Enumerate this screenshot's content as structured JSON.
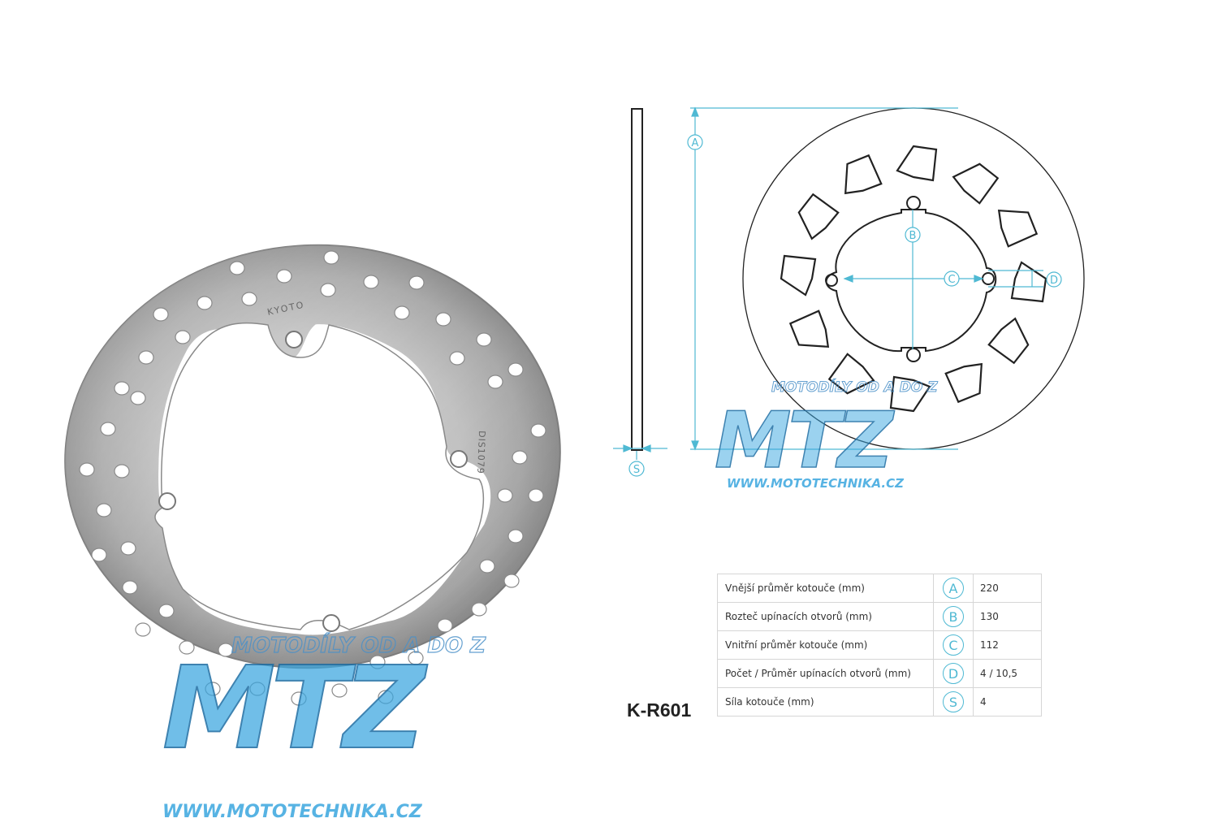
{
  "product_code": "K-R601",
  "disc_markings": {
    "brand": "KYOTO",
    "part": "DIS1079"
  },
  "watermark": {
    "company": "MOTODÍLY OD A DO Z",
    "logo": "MTZ",
    "url": "WWW.MOTOTECHNIKA.CZ"
  },
  "dimension_labels": [
    "A",
    "B",
    "C",
    "D",
    "S"
  ],
  "specs": [
    {
      "label": "Vnější průměr kotouče (mm)",
      "letter": "A",
      "value": "220"
    },
    {
      "label": "Rozteč upínacích otvorů (mm)",
      "letter": "B",
      "value": "130"
    },
    {
      "label": "Vnitřní průměr kotouče (mm)",
      "letter": "C",
      "value": "112"
    },
    {
      "label": "Počet / Průměr upínacích otvorů (mm)",
      "letter": "D",
      "value": "4 / 10,5"
    },
    {
      "label": "Síla kotouče (mm)",
      "letter": "S",
      "value": "4"
    }
  ],
  "colors": {
    "dimension": "#4fb9d3",
    "watermark": "#2f9fd6",
    "outline": "#222222",
    "steel": "#b8b8b8"
  }
}
